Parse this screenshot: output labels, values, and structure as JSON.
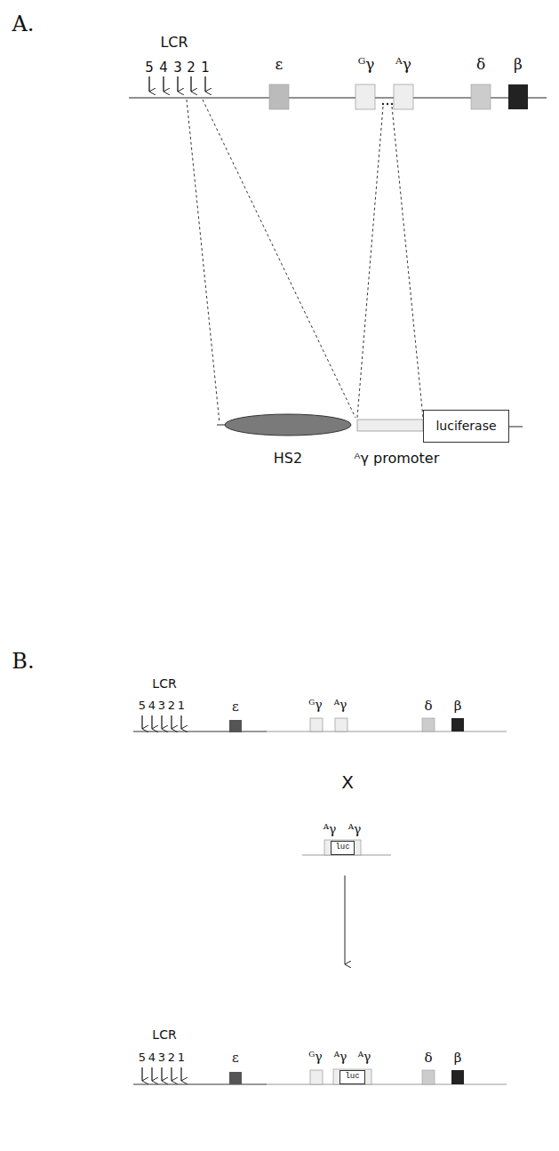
{
  "diagram": {
    "nodes": [
      {
        "text": [
          "HS2"
        ]
      },
      {
        "text": [
          "ᴬγ promoter"
        ]
      },
      {
        "text": [
          "luciferase"
        ]
      },
      {
        "text": [
          "luc"
        ]
      },
      {
        "text": [
          "luc"
        ]
      }
    ],
    "labels": [
      "A.",
      "LCR",
      "5",
      "4",
      "3",
      "2",
      "1",
      "ε",
      "ᴳγ",
      "ᴬγ",
      "δ",
      "β",
      "B.",
      "LCR",
      "5",
      "4",
      "3",
      "2",
      "1",
      "ε",
      "ᴳγ",
      "ᴬγ",
      "δ",
      "β",
      "X",
      "ᴬγ",
      "ᴬγ",
      "LCR",
      "5",
      "4",
      "3",
      "2",
      "1",
      "ε",
      "ᴳγ",
      "ᴬγ",
      "ᴬγ",
      "δ",
      "β"
    ]
  }
}
